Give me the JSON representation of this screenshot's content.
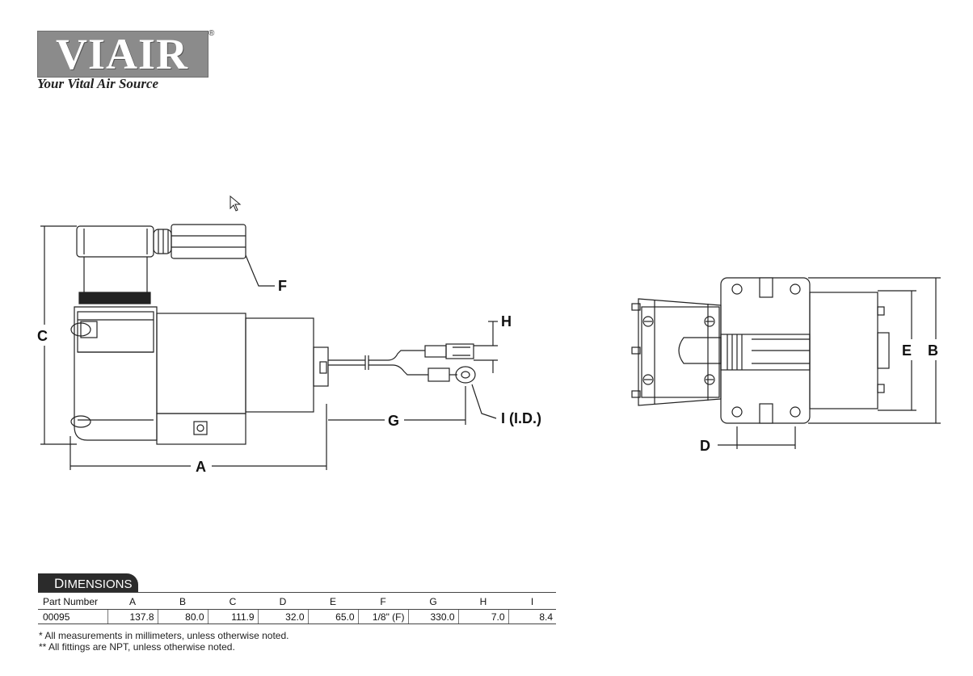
{
  "logo": {
    "word": "VIAIR",
    "registered": "®",
    "tagline": "Your Vital Air Source"
  },
  "labels": {
    "A": "A",
    "B": "B",
    "C": "C",
    "D": "D",
    "E": "E",
    "F": "F",
    "G": "G",
    "H": "H",
    "I": "I (I.D.)"
  },
  "table": {
    "title_first": "D",
    "title_rest": "IMENSIONS",
    "headers": [
      "Part Number",
      "A",
      "B",
      "C",
      "D",
      "E",
      "F",
      "G",
      "H",
      "I"
    ],
    "rows": [
      [
        "00095",
        "137.8",
        "80.0",
        "111.9",
        "32.0",
        "65.0",
        "1/8\" (F)",
        "330.0",
        "7.0",
        "8.4"
      ]
    ]
  },
  "notes": [
    "* All measurements in millimeters, unless otherwise noted.",
    "** All fittings are NPT, unless otherwise noted."
  ],
  "colors": {
    "line": "#222222",
    "logo_bg": "#8b8b8b",
    "table_head": "#2b2b2b"
  }
}
